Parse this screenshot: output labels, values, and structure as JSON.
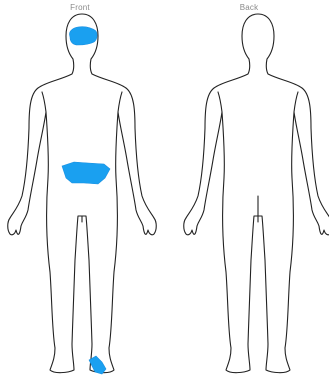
{
  "labels": {
    "front": "Front",
    "back": "Back"
  },
  "colors": {
    "outline": "#222222",
    "mark": "#1aa0f0",
    "label": "#8a8a8a",
    "background": "#ffffff"
  },
  "views": [
    {
      "name": "front",
      "marked_regions": [
        "head",
        "lower-abdomen",
        "right-foot"
      ]
    },
    {
      "name": "back",
      "marked_regions": []
    }
  ]
}
